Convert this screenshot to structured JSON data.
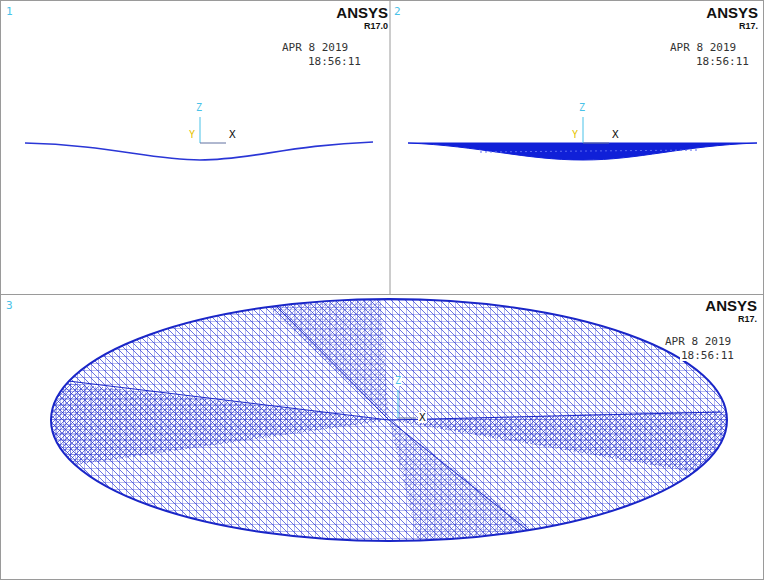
{
  "diagram": {
    "labels": [
      "1",
      "ANSYS",
      "R17.0",
      "APR  8 2019",
      "18:56:11",
      "Z",
      "Y",
      "X",
      "2",
      "ANSYS",
      "R17.",
      "APR  8 2019",
      "18:56:11",
      "Z",
      "Y",
      "X",
      "3",
      "ANSYS",
      "R17.",
      "APR  8 2019",
      "18:56:11",
      "Z",
      "X"
    ]
  }
}
